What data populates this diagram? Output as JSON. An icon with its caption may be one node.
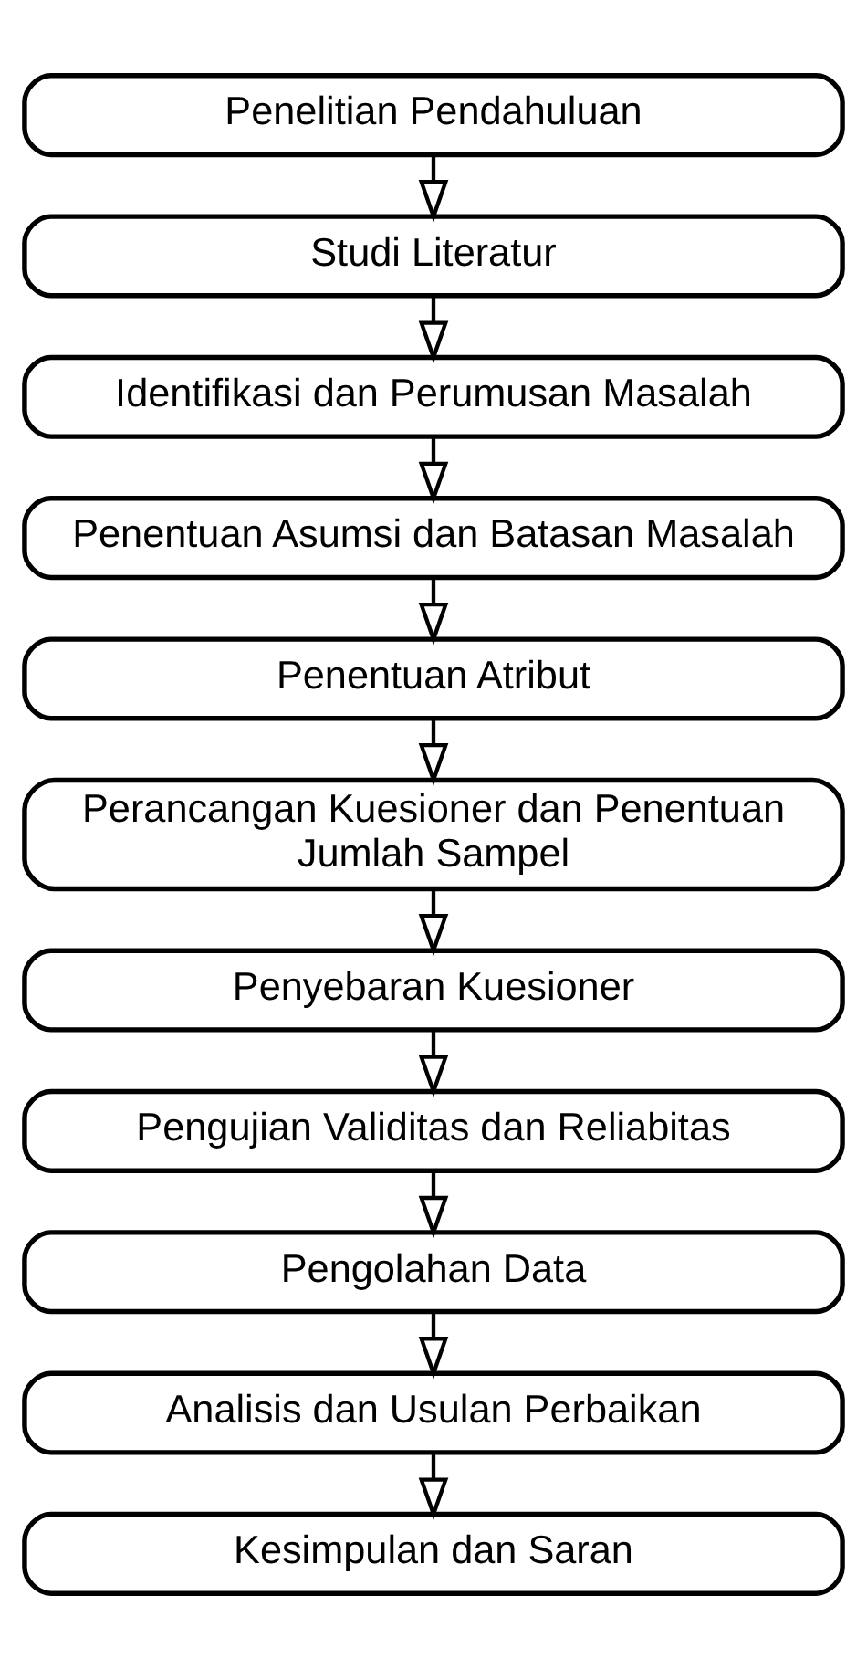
{
  "diagram": {
    "nodes": [
      {
        "text": [
          "Penelitian Pendahuluan"
        ]
      },
      {
        "text": [
          "Studi Literatur"
        ]
      },
      {
        "text": [
          "Identifikasi dan Perumusan Masalah"
        ]
      },
      {
        "text": [
          "Penentuan Asumsi dan Batasan Masalah"
        ]
      },
      {
        "text": [
          "Penentuan Atribut"
        ]
      },
      {
        "text": [
          "Perancangan Kuesioner dan Penentuan Jumlah Sampel"
        ]
      },
      {
        "text": [
          "Penyebaran Kuesioner"
        ]
      },
      {
        "text": [
          "Pengujian Validitas dan Reliabitas"
        ]
      },
      {
        "text": [
          "Pengolahan Data"
        ]
      },
      {
        "text": [
          "Analisis dan Usulan Perbaikan"
        ]
      },
      {
        "text": [
          "Kesimpulan dan Saran"
        ]
      }
    ],
    "edges": [
      {
        "from": 0,
        "to": 1,
        "arrow": "to"
      },
      {
        "from": 1,
        "to": 2,
        "arrow": "to"
      },
      {
        "from": 2,
        "to": 3,
        "arrow": "to"
      },
      {
        "from": 3,
        "to": 4,
        "arrow": "to"
      },
      {
        "from": 4,
        "to": 5,
        "arrow": "to"
      },
      {
        "from": 5,
        "to": 6,
        "arrow": "to"
      },
      {
        "from": 6,
        "to": 7,
        "arrow": "to"
      },
      {
        "from": 7,
        "to": 8,
        "arrow": "to"
      },
      {
        "from": 8,
        "to": 9,
        "arrow": "to"
      },
      {
        "from": 9,
        "to": 10,
        "arrow": "to"
      }
    ]
  }
}
